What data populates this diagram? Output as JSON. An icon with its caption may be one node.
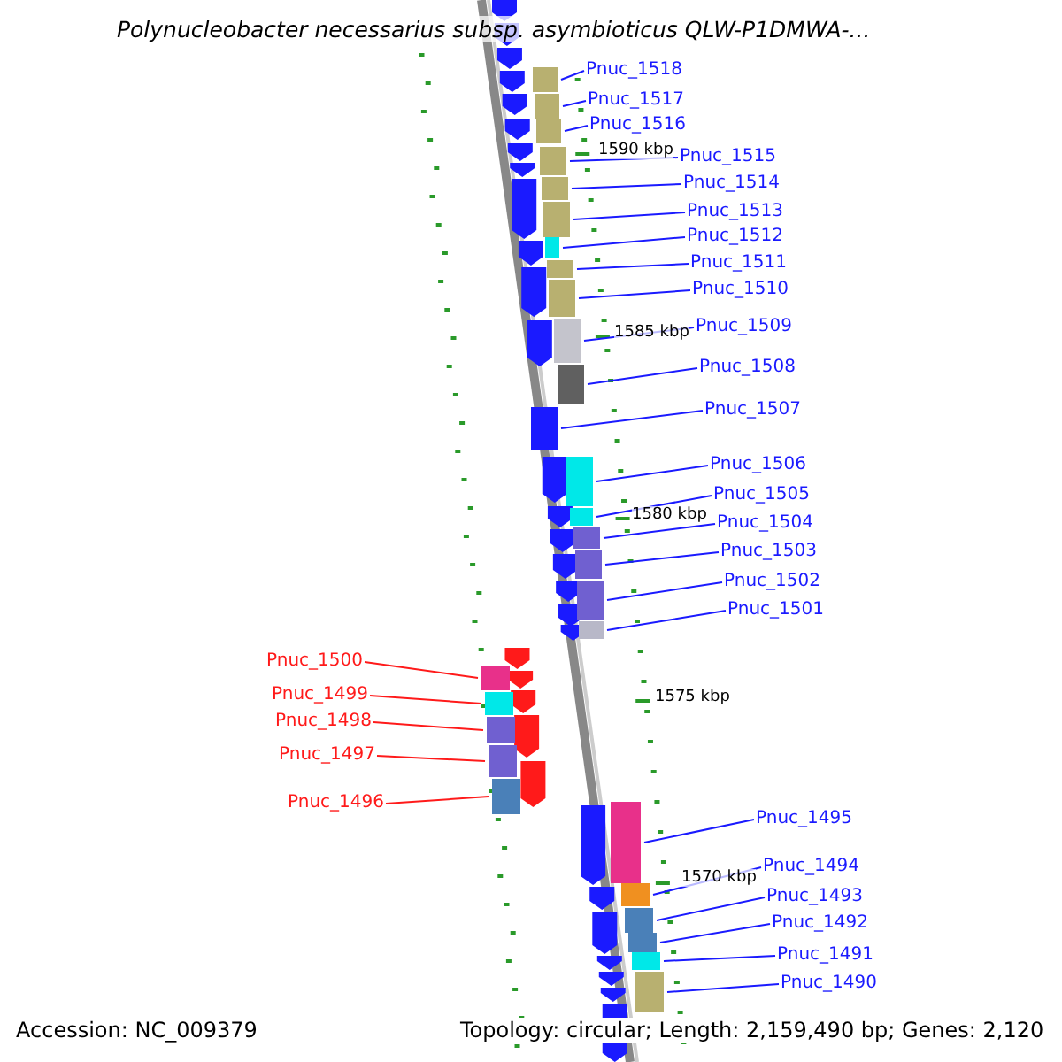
{
  "diagram": {
    "title": "Polynucleobacter necessarius subsp. asymbioticus QLW-P1DMWA-...",
    "nodes": [
      {
        "text": [
          "Pnuc_1518"
        ]
      },
      {
        "text": [],
        "shape": "bar"
      },
      {
        "text": [
          "Pnuc_1517"
        ]
      },
      {
        "text": [],
        "shape": "bar"
      },
      {
        "text": [
          "Pnuc_1516"
        ]
      },
      {
        "text": [],
        "shape": "bar"
      },
      {
        "text": [
          "Pnuc_1515"
        ]
      },
      {
        "text": [],
        "shape": "bar"
      },
      {
        "text": [
          "Pnuc_1514"
        ]
      },
      {
        "text": [],
        "shape": "bar"
      },
      {
        "text": [
          "Pnuc_1513"
        ]
      },
      {
        "text": [],
        "shape": "bar"
      },
      {
        "text": [
          "Pnuc_1512"
        ]
      },
      {
        "text": [],
        "shape": "bar"
      },
      {
        "text": [
          "Pnuc_1511"
        ]
      },
      {
        "text": [],
        "shape": "bar"
      },
      {
        "text": [
          "Pnuc_1510"
        ]
      },
      {
        "text": [],
        "shape": "bar"
      },
      {
        "text": [
          "Pnuc_1509"
        ]
      },
      {
        "text": [],
        "shape": "bar"
      },
      {
        "text": [
          "Pnuc_1508"
        ]
      },
      {
        "text": [],
        "shape": "bar"
      },
      {
        "text": [
          "Pnuc_1507"
        ]
      },
      {
        "text": [],
        "shape": "bar"
      },
      {
        "text": [
          "Pnuc_1506"
        ]
      },
      {
        "text": [],
        "shape": "bar"
      },
      {
        "text": [
          "Pnuc_1505"
        ]
      },
      {
        "text": [],
        "shape": "bar"
      },
      {
        "text": [
          "Pnuc_1504"
        ]
      },
      {
        "text": [],
        "shape": "bar"
      },
      {
        "text": [
          "Pnuc_1503"
        ]
      },
      {
        "text": [],
        "shape": "bar"
      },
      {
        "text": [
          "Pnuc_1502"
        ]
      },
      {
        "text": [],
        "shape": "bar"
      },
      {
        "text": [
          "Pnuc_1501"
        ]
      },
      {
        "text": [],
        "shape": "bar"
      },
      {
        "text": [
          "Pnuc_1500"
        ]
      },
      {
        "text": [],
        "shape": "bar"
      },
      {
        "text": [
          "Pnuc_1499"
        ]
      },
      {
        "text": [],
        "shape": "bar"
      },
      {
        "text": [
          "Pnuc_1498"
        ]
      },
      {
        "text": [],
        "shape": "bar"
      },
      {
        "text": [
          "Pnuc_1497"
        ]
      },
      {
        "text": [],
        "shape": "bar"
      },
      {
        "text": [
          "Pnuc_1496"
        ]
      },
      {
        "text": [],
        "shape": "bar"
      },
      {
        "text": [
          "Pnuc_1495"
        ]
      },
      {
        "text": [],
        "shape": "bar"
      },
      {
        "text": [
          "Pnuc_1494"
        ]
      },
      {
        "text": [],
        "shape": "bar"
      },
      {
        "text": [
          "Pnuc_1493"
        ]
      },
      {
        "text": [],
        "shape": "bar"
      },
      {
        "text": [
          "Pnuc_1492"
        ]
      },
      {
        "text": [],
        "shape": "bar"
      },
      {
        "text": [
          "Pnuc_1491"
        ]
      },
      {
        "text": [],
        "shape": "bar"
      },
      {
        "text": [
          "Pnuc_1490"
        ]
      },
      {
        "text": [],
        "shape": "bar"
      }
    ],
    "edges": [
      {
        "from": 0,
        "to": 1,
        "arrow": "none"
      },
      {
        "from": 2,
        "to": 3,
        "arrow": "none"
      },
      {
        "from": 4,
        "to": 5,
        "arrow": "none"
      },
      {
        "from": 6,
        "to": 7,
        "arrow": "none"
      },
      {
        "from": 8,
        "to": 9,
        "arrow": "none"
      },
      {
        "from": 10,
        "to": 11,
        "arrow": "none"
      },
      {
        "from": 12,
        "to": 13,
        "arrow": "none"
      },
      {
        "from": 14,
        "to": 15,
        "arrow": "none"
      },
      {
        "from": 16,
        "to": 17,
        "arrow": "none"
      },
      {
        "from": 18,
        "to": 19,
        "arrow": "none"
      },
      {
        "from": 20,
        "to": 21,
        "arrow": "none"
      },
      {
        "from": 22,
        "to": 23,
        "arrow": "none"
      },
      {
        "from": 24,
        "to": 25,
        "arrow": "none"
      },
      {
        "from": 26,
        "to": 27,
        "arrow": "none"
      },
      {
        "from": 28,
        "to": 29,
        "arrow": "none"
      },
      {
        "from": 30,
        "to": 31,
        "arrow": "none"
      },
      {
        "from": 32,
        "to": 33,
        "arrow": "none"
      },
      {
        "from": 34,
        "to": 35,
        "arrow": "none"
      },
      {
        "from": 36,
        "to": 37,
        "arrow": "none",
        "color": "#ff1a1a"
      },
      {
        "from": 38,
        "to": 39,
        "arrow": "none",
        "color": "#ff1a1a"
      },
      {
        "from": 40,
        "to": 41,
        "arrow": "none",
        "color": "#ff1a1a"
      },
      {
        "from": 42,
        "to": 43,
        "arrow": "none",
        "color": "#ff1a1a"
      },
      {
        "from": 44,
        "to": 45,
        "arrow": "none",
        "color": "#ff1a1a"
      },
      {
        "from": 46,
        "to": 47,
        "arrow": "none"
      },
      {
        "from": 48,
        "to": 49,
        "arrow": "none"
      },
      {
        "from": 50,
        "to": 51,
        "arrow": "none"
      },
      {
        "from": 52,
        "to": 53,
        "arrow": "none"
      },
      {
        "from": 54,
        "to": 55,
        "arrow": "none"
      },
      {
        "from": 56,
        "to": 57,
        "arrow": "none"
      }
    ],
    "labels": [
      "1590 kbp",
      "1585 kbp",
      "1580 kbp",
      "1575 kbp",
      "1570 kbp",
      "Accession: NC_009379",
      "Topology: circular; Length: 2,159,490 bp; Genes: 2,120"
    ]
  }
}
